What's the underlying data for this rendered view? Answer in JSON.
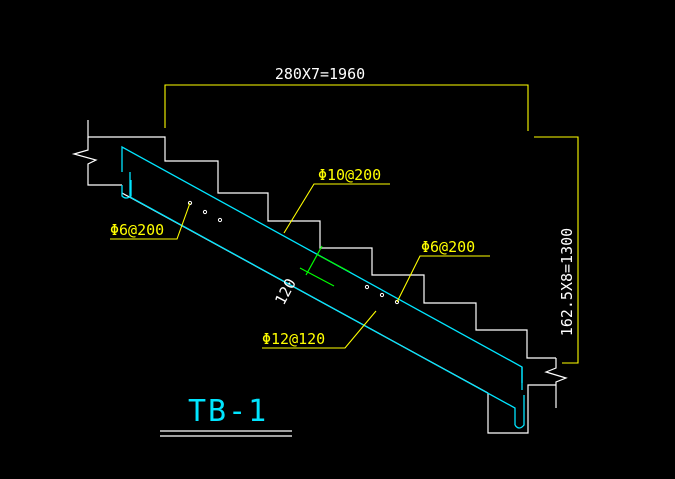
{
  "drawing_title": "TB-1",
  "dimensions": {
    "horizontal": "280X7=1960",
    "vertical": "162.5X8=1300",
    "slab_thickness": "120"
  },
  "rebar_labels": {
    "top_distribution": "Φ10@200",
    "left_anchor": "Φ6@200",
    "right_distribution": "Φ6@200",
    "bottom_main": "Φ12@120"
  },
  "colors": {
    "background": "#000000",
    "concrete_outline": "#ffffff",
    "rebar": "#00e5ff",
    "dimension": "#ffff00",
    "title": "#00e5ff",
    "thickness_mark": "#00ff00"
  }
}
